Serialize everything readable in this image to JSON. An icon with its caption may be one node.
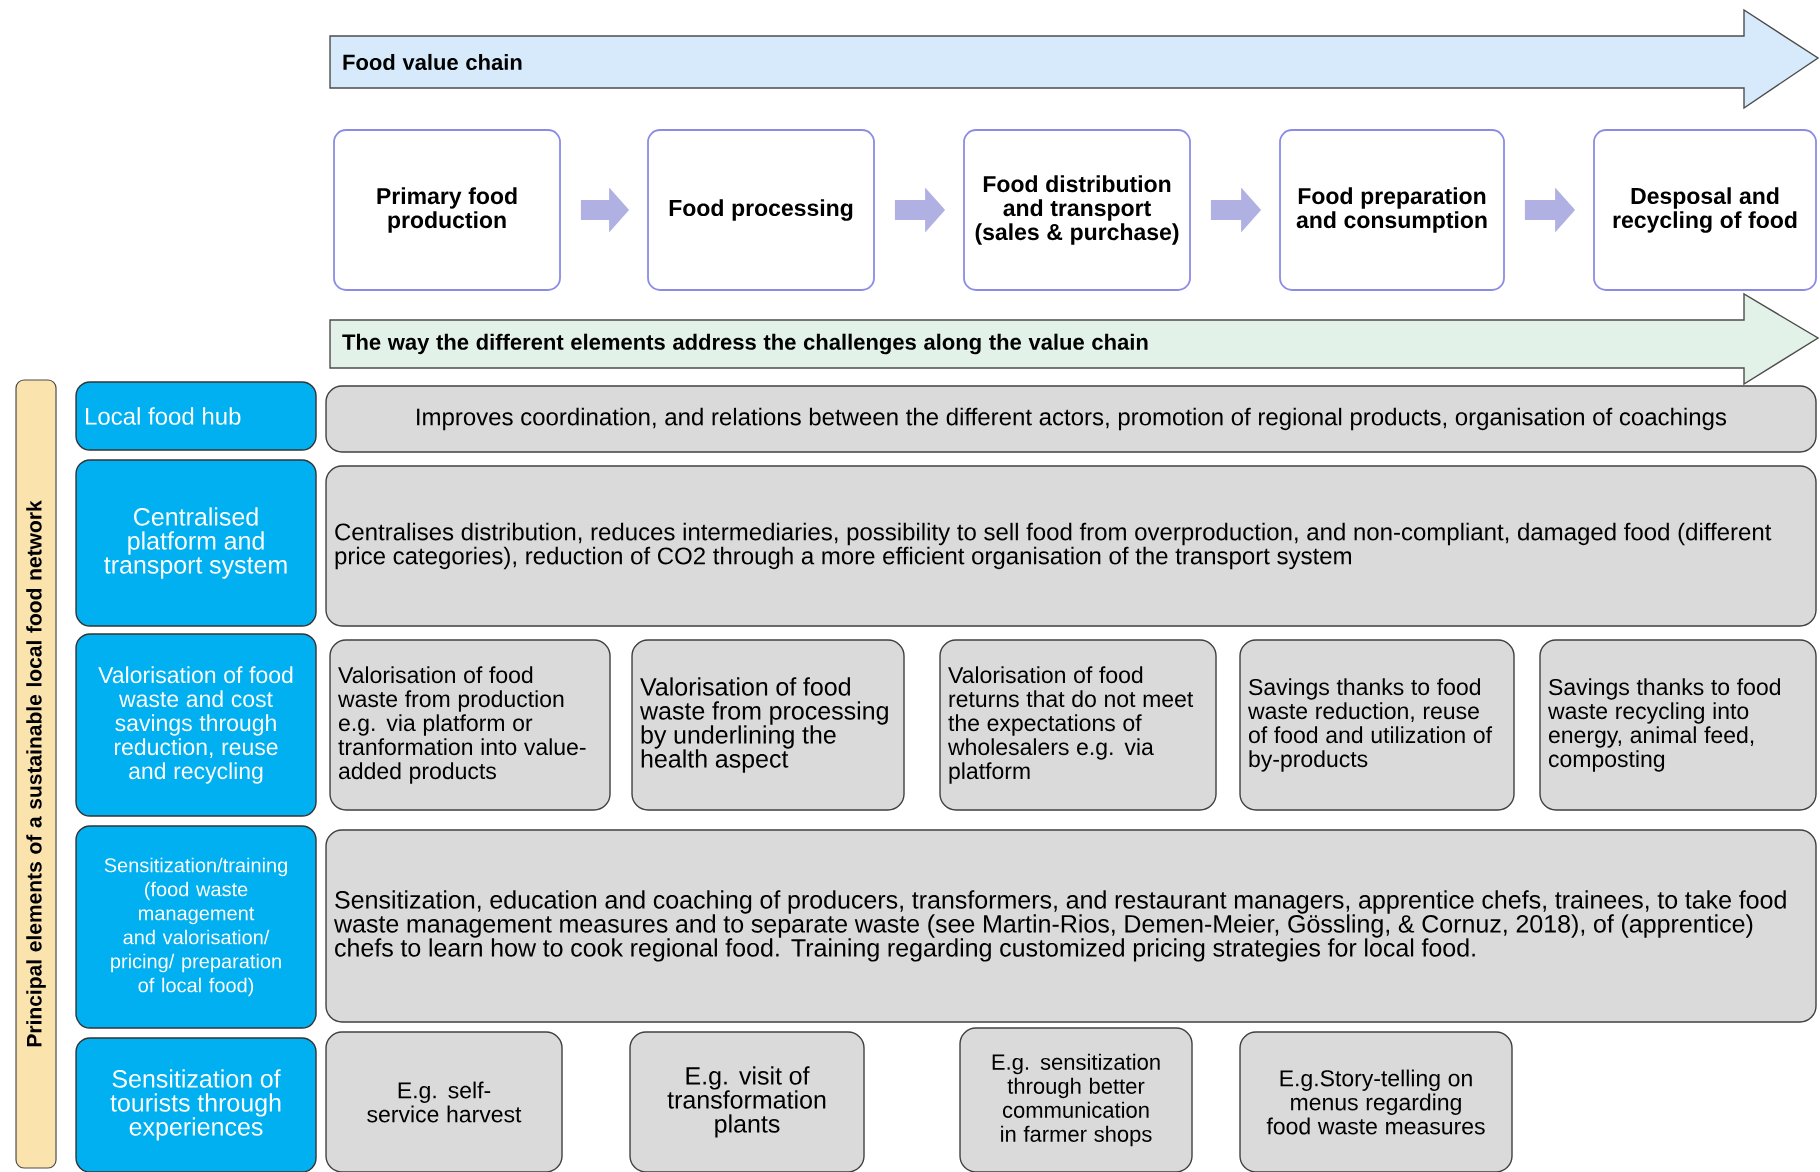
{
  "diagram": {
    "nodes": [
      {
        "text": [
          "Food value chain"
        ]
      },
      {
        "text": [
          "Primary food production"
        ]
      },
      {
        "text": [
          "Food processing"
        ]
      },
      {
        "text": [
          "Food distribution and transport (sales & purchase)"
        ]
      },
      {
        "text": [
          "Food preparation and consumption"
        ]
      },
      {
        "text": [
          "Desposal and recycling of food"
        ]
      },
      {
        "text": [
          "The way the different elements address the challenges along the value chain"
        ]
      },
      {
        "text": [
          "Principal elements of a sustainable local food network"
        ]
      },
      {
        "text": [
          "Local food hub"
        ]
      },
      {
        "text": [
          "Improves coordination, and relations between the different actors, promotion of regional products, organisation of coachings"
        ]
      },
      {
        "text": [
          "Centralised platform and transport system"
        ]
      },
      {
        "text": [
          "Centralises distribution, reduces intermediaries, possibility to sell food from overproduction, and non-compliant, damaged food (different price categories), reduction of CO2 through a more efficient organisation of the transport system"
        ]
      },
      {
        "text": [
          "Valorisation of food waste and cost savings through reduction, reuse and recycling"
        ]
      },
      {
        "text": [
          "Valorisation of food waste from production e.g. via platform or tranformation into value-added products"
        ]
      },
      {
        "text": [
          "Valorisation of food waste from processing by underlining the health aspect"
        ]
      },
      {
        "text": [
          "Valorisation of food returns that do not meet the expectations of wholesalers e.g. via platform"
        ]
      },
      {
        "text": [
          "Savings thanks to food waste reduction, reuse of food and utilization of by-products"
        ]
      },
      {
        "text": [
          "Savings thanks to food waste recycling into energy, animal feed, composting"
        ]
      },
      {
        "text": [
          "Sensitization/training (food waste management and valorisation/ pricing/ preparation of local food)"
        ]
      },
      {
        "text": [
          "Sensitization, education and coaching of producers, transformers, and restaurant managers, apprentice chefs, trainees, to take food waste management measures and to separate waste (see Martin-Rios, Demen-Meier, Gössling, & Cornuz, 2018), of (apprentice) chefs to learn how to cook regional food. Training regarding customized pricing strategies for local food."
        ]
      },
      {
        "text": [
          "Sensitization of tourists through experiences"
        ]
      },
      {
        "text": [
          "E.g. self-service harvest"
        ]
      },
      {
        "text": [
          "E.g. visit of transformation plants"
        ]
      },
      {
        "text": [
          "E.g. sensitization through better communication in farmer shops"
        ]
      },
      {
        "text": [
          "E.g.Story-telling on menus regarding food waste measures"
        ]
      }
    ],
    "edges": [
      {
        "from": 1,
        "to": 2,
        "arrow": "to"
      },
      {
        "from": 2,
        "to": 3,
        "arrow": "to"
      },
      {
        "from": 3,
        "to": 4,
        "arrow": "to"
      },
      {
        "from": 4,
        "to": 5,
        "arrow": "to"
      }
    ]
  }
}
